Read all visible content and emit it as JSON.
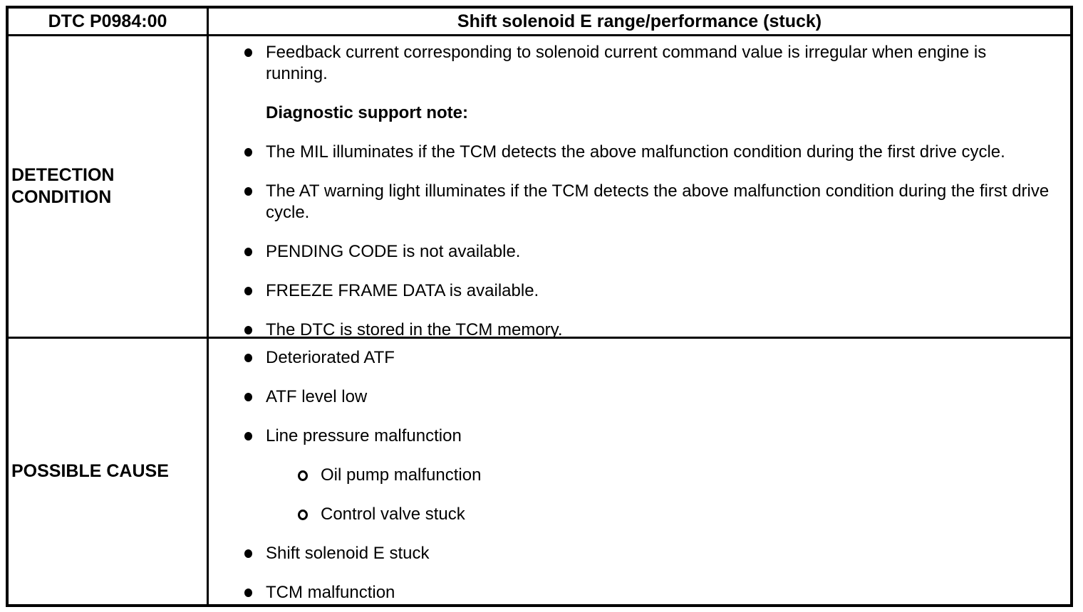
{
  "colors": {
    "background": "#ffffff",
    "border": "#000000",
    "text": "#000000"
  },
  "table": {
    "header": {
      "dtc_code": "DTC P0984:00",
      "title": "Shift solenoid E range/performance (stuck)"
    },
    "rows": [
      {
        "label": "DETECTION CONDITION",
        "items": [
          {
            "type": "bullet",
            "marker": "bullet-filled-icon",
            "text": "Feedback current corresponding to solenoid current command value is irregular when engine is running."
          },
          {
            "type": "note",
            "marker": "",
            "text": "Diagnostic support note:"
          },
          {
            "type": "bullet",
            "marker": "bullet-filled-icon",
            "text": "The MIL illuminates if the TCM detects the above malfunction condition during the first drive cycle."
          },
          {
            "type": "bullet",
            "marker": "bullet-filled-icon",
            "text": "The AT warning light illuminates if the TCM detects the above malfunction condition during the first drive cycle."
          },
          {
            "type": "bullet",
            "marker": "bullet-filled-icon",
            "text": "PENDING CODE is not available."
          },
          {
            "type": "bullet",
            "marker": "bullet-filled-icon",
            "text": "FREEZE FRAME DATA is available."
          },
          {
            "type": "bullet",
            "marker": "bullet-filled-icon",
            "text": "The DTC is stored in the TCM memory."
          }
        ]
      },
      {
        "label": "POSSIBLE CAUSE",
        "items": [
          {
            "type": "bullet",
            "marker": "bullet-filled-icon",
            "text": "Deteriorated ATF"
          },
          {
            "type": "bullet",
            "marker": "bullet-filled-icon",
            "text": "ATF level low"
          },
          {
            "type": "bullet",
            "marker": "bullet-filled-icon",
            "text": "Line pressure malfunction"
          },
          {
            "type": "sub",
            "marker": "bullet-open-icon",
            "text": "Oil pump malfunction"
          },
          {
            "type": "sub",
            "marker": "bullet-open-icon",
            "text": "Control valve stuck"
          },
          {
            "type": "bullet",
            "marker": "bullet-filled-icon",
            "text": "Shift solenoid E stuck"
          },
          {
            "type": "bullet",
            "marker": "bullet-filled-icon",
            "text": "TCM malfunction"
          }
        ]
      }
    ]
  }
}
